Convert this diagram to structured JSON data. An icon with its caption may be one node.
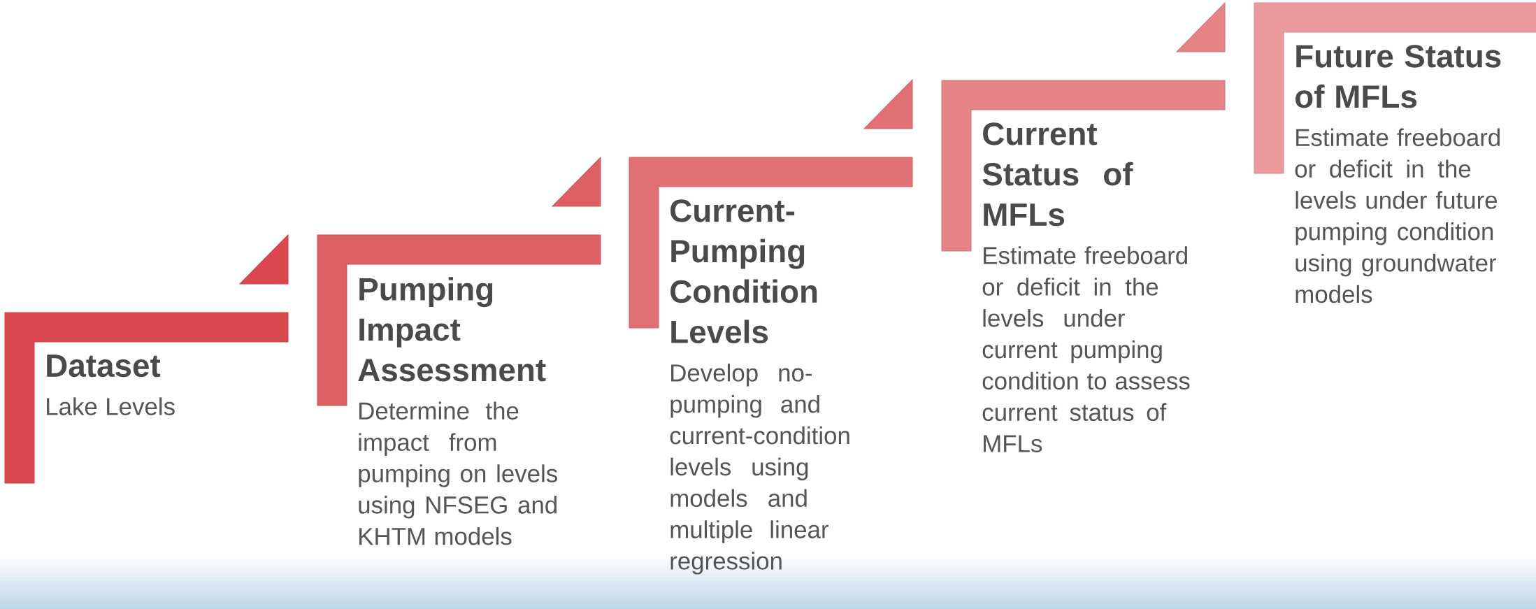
{
  "diagram": {
    "nodes": [
      {
        "text": [
          "Dataset",
          "Lake Levels"
        ]
      },
      {
        "text": [
          "Pumping Impact Assessment",
          "Determine the impact from pumping on levels using NFSEG and KHTM models"
        ]
      },
      {
        "text": [
          "Current-Pumping Condition Levels",
          "Develop no-pumping and current-condition levels using models and multiple linear regression"
        ]
      },
      {
        "text": [
          "Current Status of MFLs",
          "Estimate freeboard or deficit in the levels under current pumping condition to assess current status of MFLs"
        ]
      },
      {
        "text": [
          "Future Status of MFLs",
          "Estimate freeboard or deficit in the levels under future pumping condition using groundwater models"
        ]
      }
    ]
  }
}
